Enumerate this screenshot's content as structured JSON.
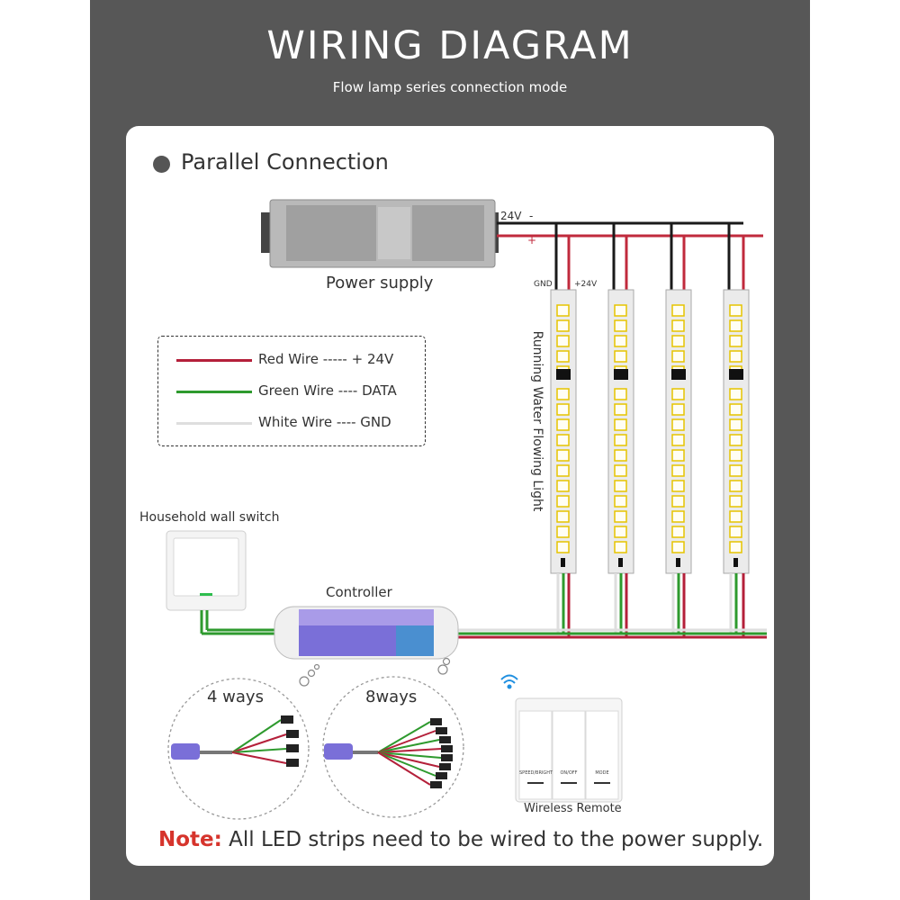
{
  "header": {
    "title": "WIRING DIAGRAM",
    "subtitle": "Flow lamp series connection mode"
  },
  "section": {
    "title": "Parallel Connection"
  },
  "power_supply": {
    "label": "Power supply",
    "terminal_voltage": "24V",
    "minus": "-",
    "plus": "+"
  },
  "strip_labels": {
    "gnd": "GND",
    "v24": "+24V",
    "caption": "Running Water Flowing Light"
  },
  "legend": {
    "items": [
      {
        "text": "Red Wire ----- + 24V",
        "color": "#b4203a"
      },
      {
        "text": "Green Wire ---- DATA",
        "color": "#2e9a2e"
      },
      {
        "text": "White Wire ---- GND",
        "color": "#dedede"
      }
    ]
  },
  "wall_switch": {
    "label": "Household wall switch"
  },
  "controller": {
    "label": "Controller"
  },
  "options": [
    {
      "label": "4 ways"
    },
    {
      "label": "8ways"
    }
  ],
  "remote": {
    "label": "Wireless Remote",
    "buttons": [
      "SPEED/BRIGHT",
      "ON/OFF",
      "MODE"
    ]
  },
  "note": {
    "key": "Note:",
    "text": " All LED strips need to be wired to the power supply."
  },
  "colors": {
    "frame": "#575757",
    "red_wire": "#b4203a",
    "green_wire": "#2e9a2e",
    "white_wire": "#dedede",
    "note_key": "#d6342c"
  }
}
